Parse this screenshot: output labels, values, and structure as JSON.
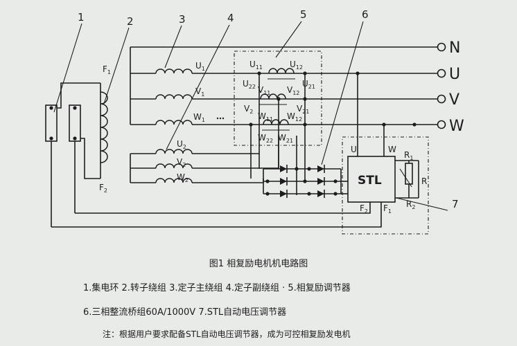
{
  "callouts": [
    "1",
    "2",
    "3",
    "4",
    "5",
    "6",
    "7"
  ],
  "terminals": [
    "N",
    "U",
    "V",
    "W"
  ],
  "winding_labels": {
    "u1": "U",
    "u1_sub": "1",
    "v1": "V",
    "v1_sub": "1",
    "w1": "W",
    "w1_sub": "1",
    "u2": "U",
    "u2_sub": "2",
    "v2": "V",
    "v2_sub": "2",
    "w2": "W",
    "w2_sub": "2",
    "f1": "F",
    "f1_sub": "1",
    "f2": "F",
    "f2_sub": "2"
  },
  "regulator_labels": {
    "u11": "U",
    "u11_sub": "11",
    "u12": "U",
    "u12_sub": "12",
    "u22": "U",
    "u22_sub": "22",
    "v11": "V",
    "v11_sub": "11",
    "v12": "V",
    "v12_sub": "12",
    "u21": "U",
    "u21_sub": "21",
    "v2": "V",
    "v2_sub": "2",
    "v21": "V",
    "v21_sub": "21",
    "w11": "W",
    "w11_sub": "11",
    "w12": "W",
    "w12_sub": "12",
    "w22": "W",
    "w22_sub": "22",
    "w21": "W",
    "w21_sub": "21"
  },
  "stl": {
    "name": "STL",
    "u": "U",
    "w": "W",
    "r1": "R",
    "r1_sub": "1",
    "r": "R",
    "r2": "R",
    "r2_sub": "2",
    "f2": "F",
    "f2_sub": "2",
    "f1": "F",
    "f1_sub": "1"
  },
  "caption": "图1  相复励电机机电路图",
  "legend_line1": "1.集电环  2.转子绕组  3.定子主绕组  4.定子副绕组 · 5.相复励调节器",
  "legend_line2": "6.三相整流桥组60A/1000V  7.STL自动电压调节器",
  "note": "注：根据用户要求配备STL自动电压调节器，成为可控相复励发电机"
}
